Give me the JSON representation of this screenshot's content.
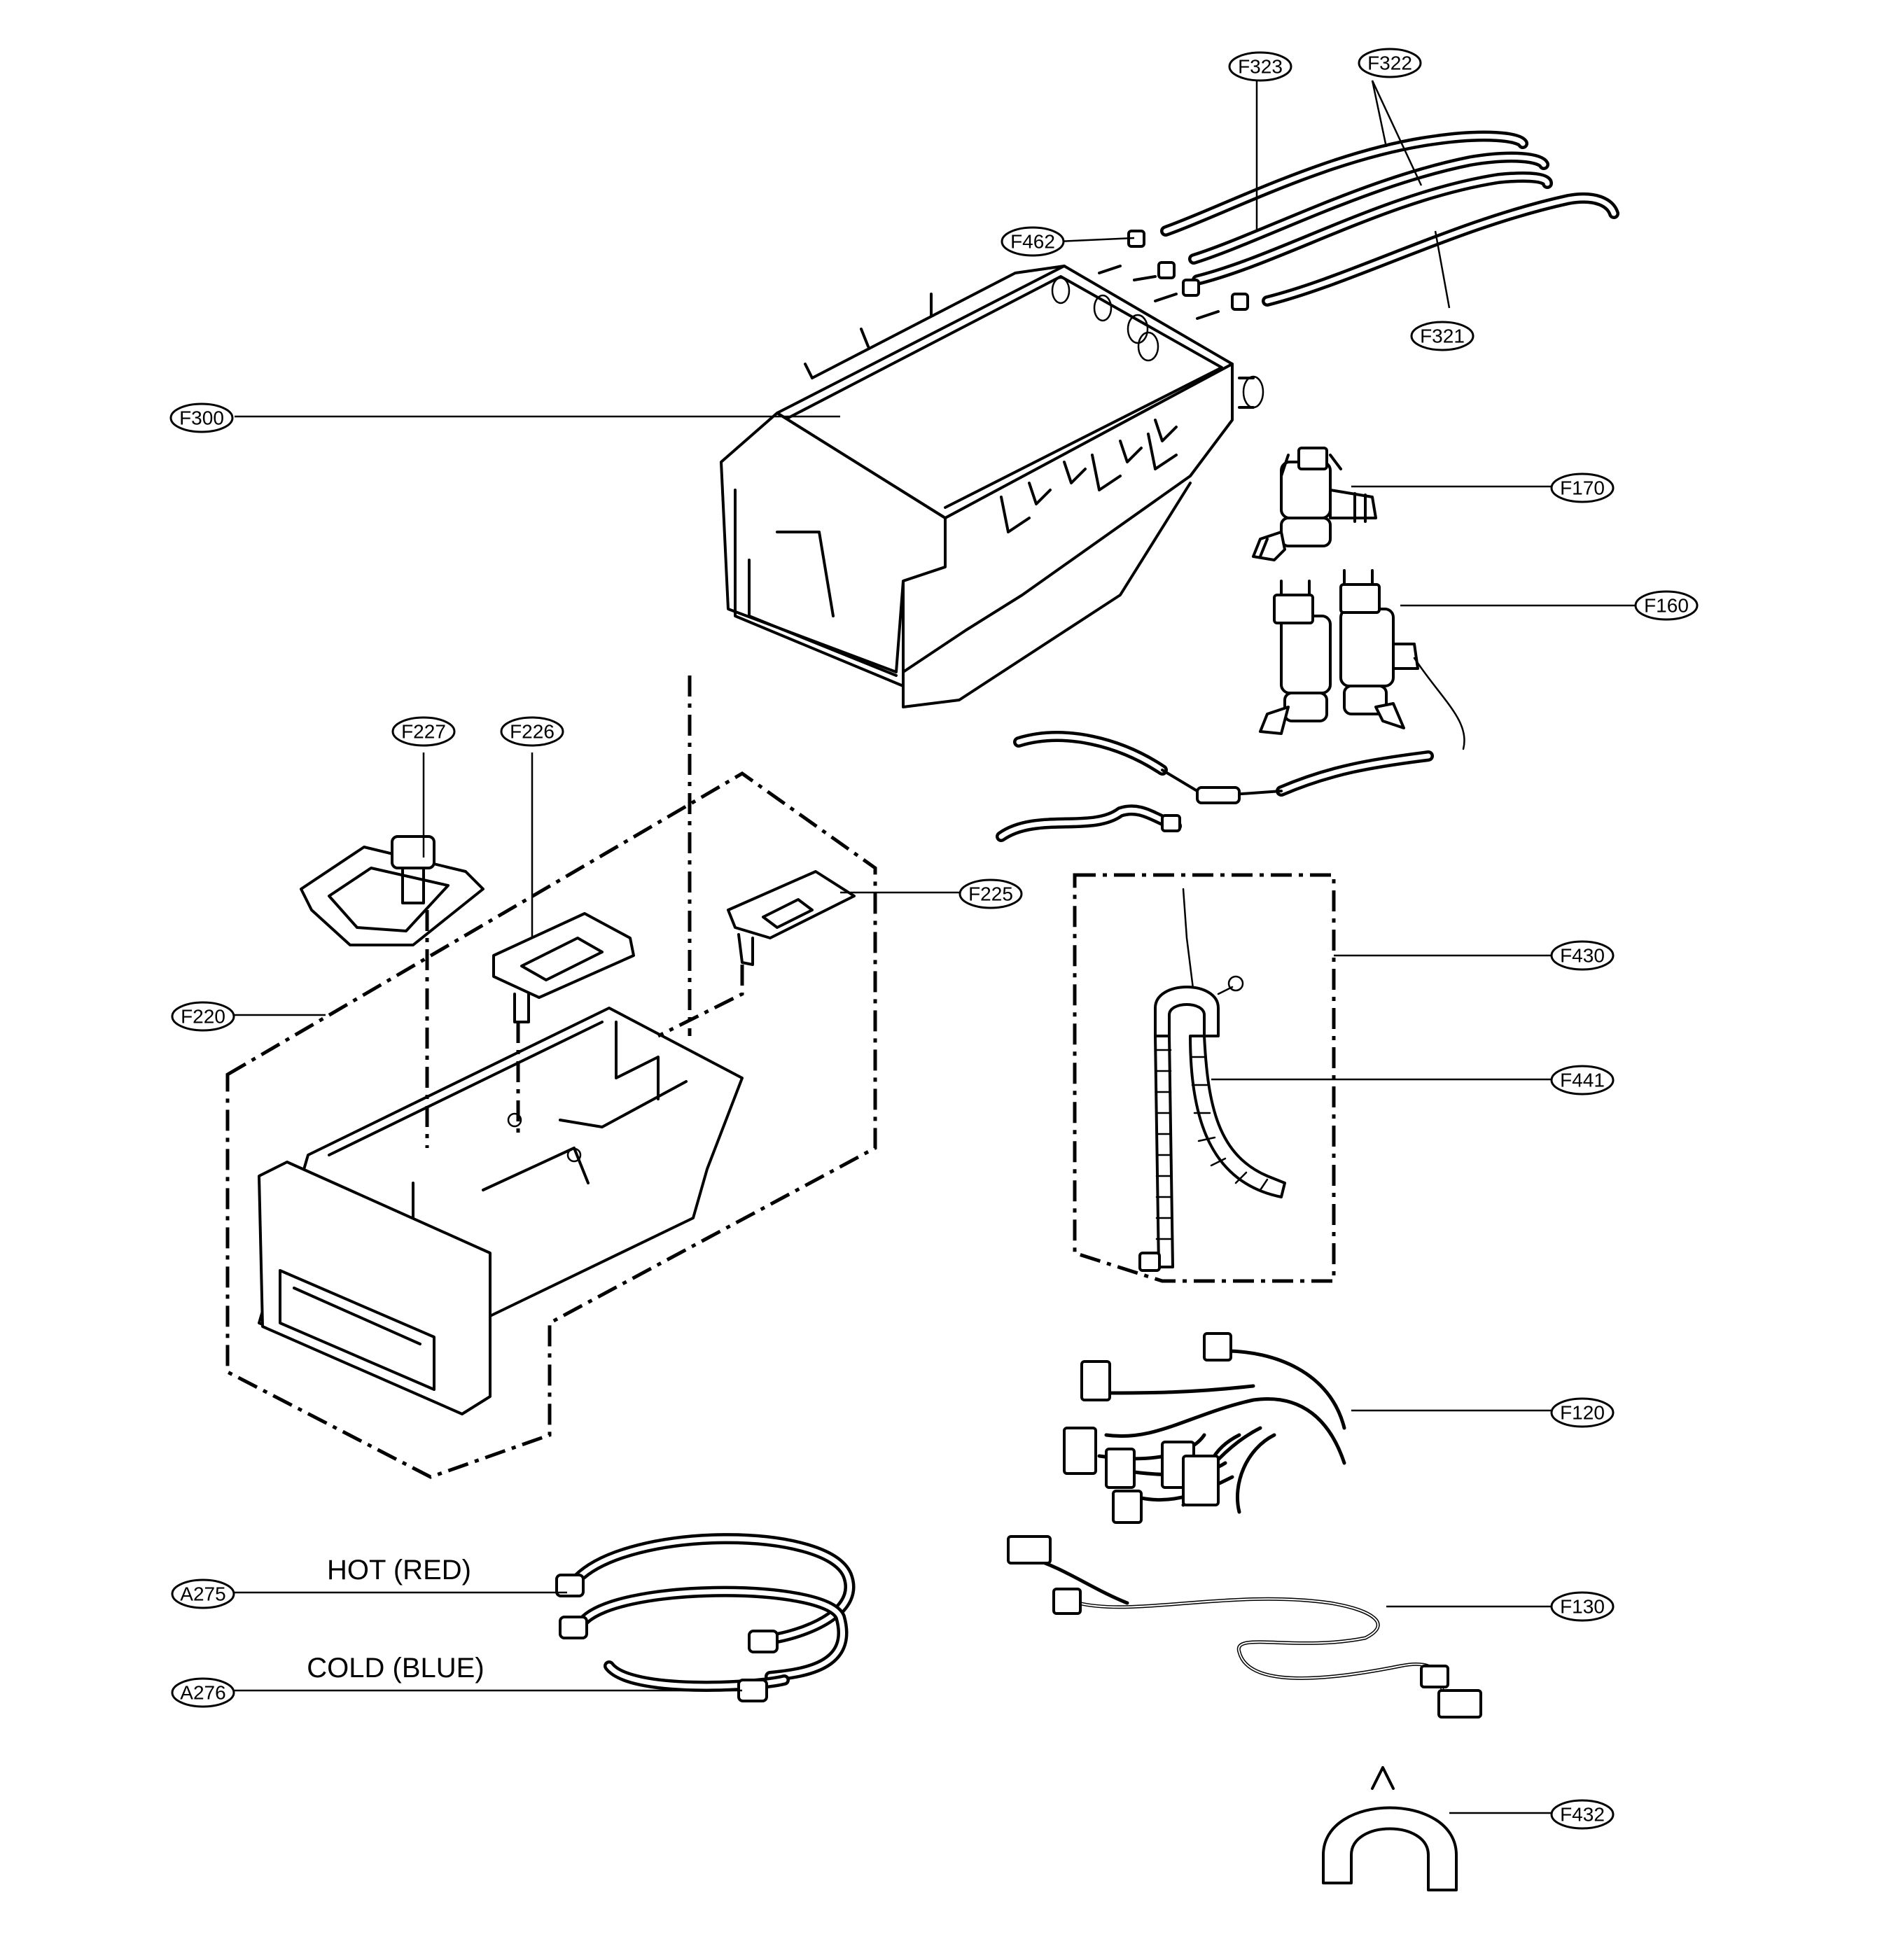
{
  "callouts": {
    "F323": "F323",
    "F322": "F322",
    "F462": "F462",
    "F321": "F321",
    "F300": "F300",
    "F170": "F170",
    "F160": "F160",
    "F227": "F227",
    "F226": "F226",
    "F225": "F225",
    "F220": "F220",
    "F430": "F430",
    "F441": "F441",
    "F120": "F120",
    "A275": "A275",
    "A276": "A276",
    "F130": "F130",
    "F432": "F432"
  },
  "captions": {
    "hot": "HOT (RED)",
    "cold": "COLD (BLUE)"
  }
}
